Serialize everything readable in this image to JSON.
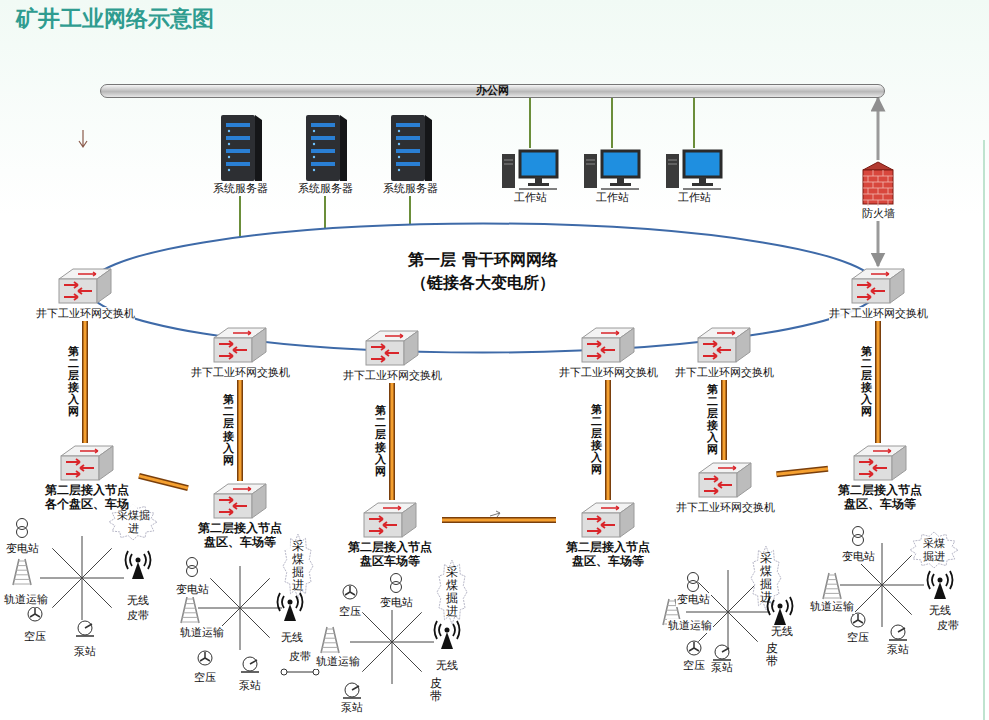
{
  "diagram": {
    "title": "矿井工业网络示意图",
    "nodes": [
      {
        "text": [
          "办公网"
        ]
      },
      {
        "text": [
          "系统服务器"
        ]
      },
      {
        "text": [
          "系统服务器"
        ]
      },
      {
        "text": [
          "系统服务器"
        ]
      },
      {
        "text": [
          "工作站"
        ]
      },
      {
        "text": [
          "工作站"
        ]
      },
      {
        "text": [
          "工作站"
        ]
      },
      {
        "text": [
          "防火墙"
        ]
      },
      {
        "text": [
          "第一层 骨干环网网络",
          "（链接各大变电所）"
        ]
      },
      {
        "text": [
          "井下工业环网交换机"
        ]
      },
      {
        "text": [
          "井下工业环网交换机"
        ]
      },
      {
        "text": [
          "井下工业环网交换机"
        ]
      },
      {
        "text": [
          "井下工业环网交换机"
        ]
      },
      {
        "text": [
          "井下工业环网交换机"
        ]
      },
      {
        "text": [
          "井下工业环网交换机"
        ]
      },
      {
        "text": [
          "第二层接入节点 各个盘区、车场"
        ]
      },
      {
        "text": [
          "第二层接入节点 盘区、车场等"
        ]
      },
      {
        "text": [
          "第二层接入节点 盘区车场等"
        ]
      },
      {
        "text": [
          "第二层接入节点 盘区、车场等"
        ]
      },
      {
        "text": [
          "井下工业环网交换机"
        ]
      },
      {
        "text": [
          "第二层接入节点 盘区、车场等"
        ]
      }
    ],
    "edges": [
      {
        "from": 1,
        "to": 8,
        "arrow": "none"
      },
      {
        "from": 2,
        "to": 8,
        "arrow": "none"
      },
      {
        "from": 3,
        "to": 8,
        "arrow": "none"
      },
      {
        "from": 4,
        "to": 0,
        "arrow": "none"
      },
      {
        "from": 5,
        "to": 0,
        "arrow": "none"
      },
      {
        "from": 6,
        "to": 0,
        "arrow": "none"
      },
      {
        "from": 7,
        "to": 0,
        "arrow": "to"
      },
      {
        "from": 7,
        "to": 14,
        "arrow": "to"
      },
      {
        "from": 9,
        "to": 15,
        "label": "第二层接入网",
        "arrow": "none"
      },
      {
        "from": 10,
        "to": 16,
        "label": "第二层接入网",
        "arrow": "none"
      },
      {
        "from": 11,
        "to": 17,
        "label": "第二层接入网",
        "arrow": "none"
      },
      {
        "from": 12,
        "to": 18,
        "label": "第二层接入网",
        "arrow": "none"
      },
      {
        "from": 13,
        "to": 19,
        "label": "第二层接入网",
        "arrow": "none"
      },
      {
        "from": 14,
        "to": 20,
        "label": "第二层接入网",
        "arrow": "none"
      },
      {
        "from": 15,
        "to": 16,
        "arrow": "none"
      },
      {
        "from": 17,
        "to": 18,
        "arrow": "none"
      },
      {
        "from": 19,
        "to": 20,
        "arrow": "none"
      }
    ],
    "labels": [
      "变电站",
      "采煤掘进",
      "轨道运输",
      "无线",
      "皮带",
      "空压",
      "泵站",
      "采煤掘进",
      "变电站",
      "轨道运输",
      "无线",
      "空压",
      "泵站",
      "皮带",
      "空压",
      "变电站",
      "采煤掘进",
      "轨道运输",
      "无线",
      "皮带",
      "泵站",
      "采煤掘进",
      "变电站",
      "轨道运输",
      "无线",
      "皮带",
      "空压",
      "泵站",
      "变电站",
      "采煤掘进",
      "轨道运输",
      "无线",
      "皮带",
      "空压",
      "泵站"
    ]
  }
}
